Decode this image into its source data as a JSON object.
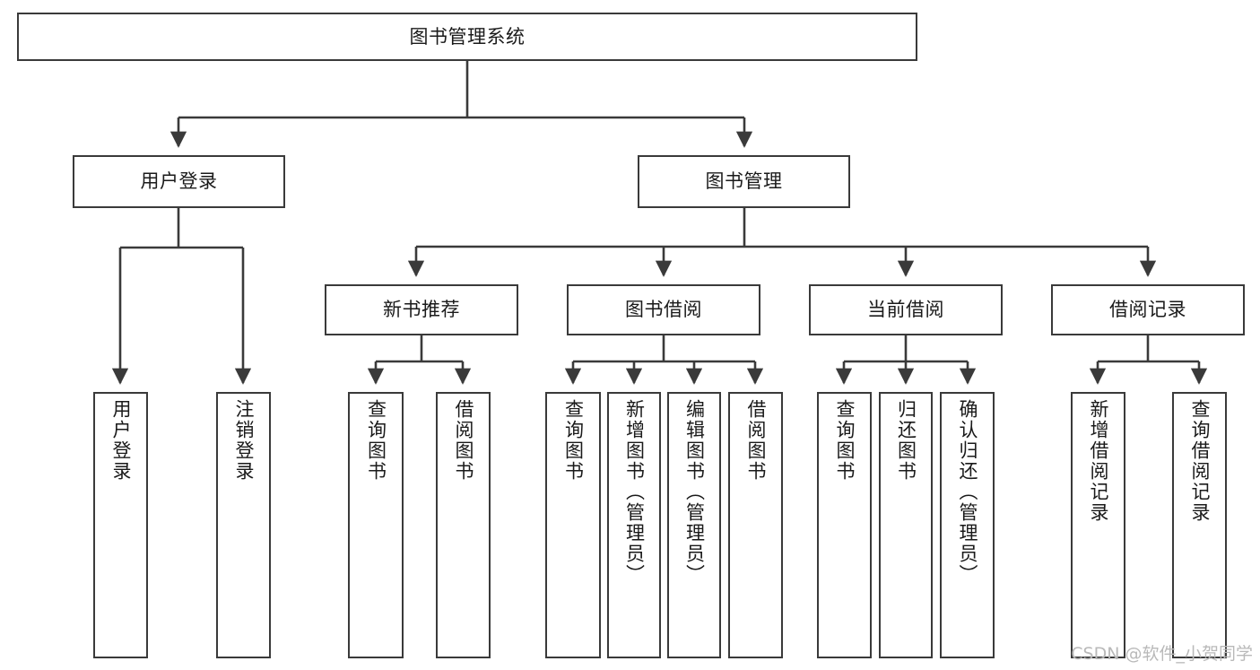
{
  "diagram": {
    "type": "tree-hierarchy",
    "title": "图书管理系统",
    "orientation": "top-down",
    "colors": {
      "node_border": "#3a3a3a",
      "node_fill": "#ffffff",
      "edge": "#3a3a3a",
      "text": "#1a1a1a",
      "watermark": "#b9b9b9",
      "background": "#ffffff"
    }
  },
  "nodes": {
    "root": {
      "label": "图书管理系统"
    },
    "level2": [
      {
        "label": "用户登录"
      },
      {
        "label": "图书管理"
      }
    ],
    "level3": [
      {
        "label": "新书推荐"
      },
      {
        "label": "图书借阅"
      },
      {
        "label": "当前借阅"
      },
      {
        "label": "借阅记录"
      }
    ],
    "leaves_user_login": [
      {
        "label": "用户登录"
      },
      {
        "label": "注销登录"
      }
    ],
    "leaves_new_book": [
      {
        "label": "查询图书"
      },
      {
        "label": "借阅图书"
      }
    ],
    "leaves_borrow": [
      {
        "label": "查询图书"
      },
      {
        "label": "新增图书（管理员）"
      },
      {
        "label": "编辑图书（管理员）"
      },
      {
        "label": "借阅图书"
      }
    ],
    "leaves_current": [
      {
        "label": "查询图书"
      },
      {
        "label": "归还图书"
      },
      {
        "label": "确认归还（管理员）"
      }
    ],
    "leaves_record": [
      {
        "label": "新增借阅记录"
      },
      {
        "label": "查询借阅记录"
      }
    ]
  },
  "watermark": {
    "text": "CSDN @软件_小贺同学"
  }
}
